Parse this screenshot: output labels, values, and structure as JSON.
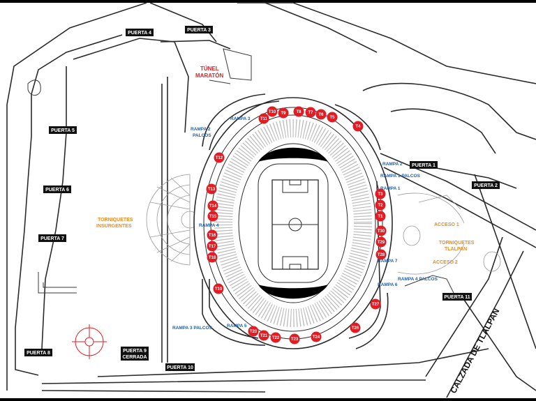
{
  "gates": [
    {
      "id": "puerta-1",
      "label": "PUERTA 1"
    },
    {
      "id": "puerta-2",
      "label": "PUERTA 2"
    },
    {
      "id": "puerta-3",
      "label": "PUERTA 3"
    },
    {
      "id": "puerta-4",
      "label": "PUERTA 4"
    },
    {
      "id": "puerta-5",
      "label": "PUERTA 5"
    },
    {
      "id": "puerta-6",
      "label": "PUERTA 6"
    },
    {
      "id": "puerta-7",
      "label": "PUERTA 7"
    },
    {
      "id": "puerta-8",
      "label": "PUERTA 8"
    },
    {
      "id": "puerta-9",
      "label": "PUERTA 9",
      "label2": "CERRADA"
    },
    {
      "id": "puerta-10",
      "label": "PUERTA 10"
    },
    {
      "id": "puerta-11",
      "label": "PUERTA 11"
    }
  ],
  "turnstiles": [
    "T1",
    "T2",
    "T3",
    "T4",
    "T5",
    "T6",
    "T7",
    "T8",
    "T9",
    "T10",
    "T11",
    "T12",
    "T13",
    "T14",
    "T15",
    "T16",
    "T17",
    "T18",
    "T19",
    "T20",
    "T21",
    "T22",
    "T23",
    "T24",
    "T26",
    "T27",
    "T28",
    "T29",
    "T30"
  ],
  "ramps": {
    "rampa_1": "RAMPA 1",
    "rampa_1_palcos": "RAMPA 1 PALCOS",
    "rampa_2": "RAMPA 2",
    "rampa_2_palcos_l1": "RAMPA 2",
    "rampa_2_palcos_l2": "PALCOS",
    "rampa_3": "RAMPA 3",
    "rampa_3_palcos": "RAMPA 3 PALCOS",
    "rampa_4": "RAMPA 4",
    "rampa_4_palcos": "RAMPA 4 PALCOS",
    "rampa_5": "RAMPA 5",
    "rampa_6": "RAMPA 6",
    "rampa_7": "RAMPA 7"
  },
  "labels": {
    "tunel_l1": "TÚNEL",
    "tunel_l2": "MARATÓN",
    "torniquetes_insurgentes_l1": "TORNIQUETES",
    "torniquetes_insurgentes_l2": "INSURGENTES",
    "torniquetes_tlalpan_l1": "TORNIQUETES",
    "torniquetes_tlalpan_l2": "TLALPAN",
    "acceso_1": "ACCESO 1",
    "acceso_2": "ACCESO 2",
    "calzada": "CALZADA DE TLALPAN"
  },
  "colors": {
    "turnstile": "#e21c23",
    "ramp": "#1f5fa8",
    "access": "#f08a1c",
    "gate": "#111111",
    "tunnel": "#d9242b"
  }
}
